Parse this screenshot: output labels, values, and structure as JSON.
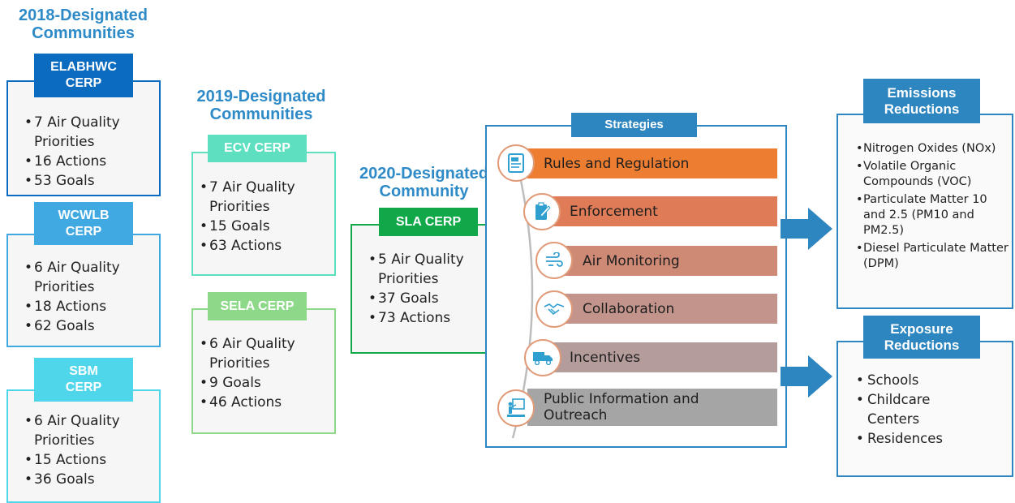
{
  "col2018": {
    "heading": "2018-Designated Communities",
    "boxes": [
      {
        "tag": "ELABHWC CERP",
        "items": [
          "7 Air Quality Priorities",
          "16 Actions",
          "53 Goals"
        ]
      },
      {
        "tag": "WCWLB CERP",
        "items": [
          "6 Air Quality Priorities",
          "18 Actions",
          "62 Goals"
        ]
      },
      {
        "tag": "SBM CERP",
        "items": [
          "6 Air Quality Priorities",
          "15 Actions",
          "36 Goals"
        ]
      }
    ]
  },
  "col2019": {
    "heading": "2019-Designated Communities",
    "boxes": [
      {
        "tag": "ECV CERP",
        "items": [
          "7 Air Quality Priorities",
          "15 Goals",
          "63 Actions"
        ]
      },
      {
        "tag": "SELA CERP",
        "items": [
          "6 Air Quality Priorities",
          "9 Goals",
          "46 Actions"
        ]
      }
    ]
  },
  "col2020": {
    "heading": "2020-Designated Community",
    "box": {
      "tag": "SLA CERP",
      "items": [
        "5 Air Quality Priorities",
        "37 Goals",
        "73 Actions"
      ]
    }
  },
  "strategies": {
    "title": "Strategies",
    "items": [
      {
        "label": "Rules and Regulation",
        "icon": "rules-document-icon",
        "color": "#ed7d31"
      },
      {
        "label": "Enforcement",
        "icon": "enforcement-clipboard-icon",
        "color": "#df7c57"
      },
      {
        "label": "Air Monitoring",
        "icon": "air-monitoring-wind-icon",
        "color": "#cf8a76"
      },
      {
        "label": "Collaboration",
        "icon": "collaboration-handshake-icon",
        "color": "#c3948b"
      },
      {
        "label": "Incentives",
        "icon": "incentives-truck-icon",
        "color": "#b49c9a"
      },
      {
        "label": "Public Information and Outreach",
        "icon": "outreach-presenter-icon",
        "color": "#a5a5a5"
      }
    ]
  },
  "emissions": {
    "title": "Emissions Reductions",
    "items": [
      "Nitrogen Oxides (NOx)",
      "Volatile Organic Compounds (VOC)",
      "Particulate Matter 10 and 2.5 (PM10 and PM2.5)",
      "Diesel Particulate Matter (DPM)"
    ]
  },
  "exposure": {
    "title": "Exposure Reductions",
    "items": [
      "Schools",
      "Childcare Centers",
      "Residences"
    ]
  },
  "colors": {
    "heading": "#2e8bc8",
    "elabhwc": "#0b6bbf",
    "wcwlb": "#41a9e2",
    "sbm": "#4fd6ea",
    "ecv": "#5ee0c0",
    "sela": "#8ed88a",
    "sla": "#11a84a",
    "strategy_frame": "#2e86c1",
    "arrow": "#2e86c1"
  }
}
